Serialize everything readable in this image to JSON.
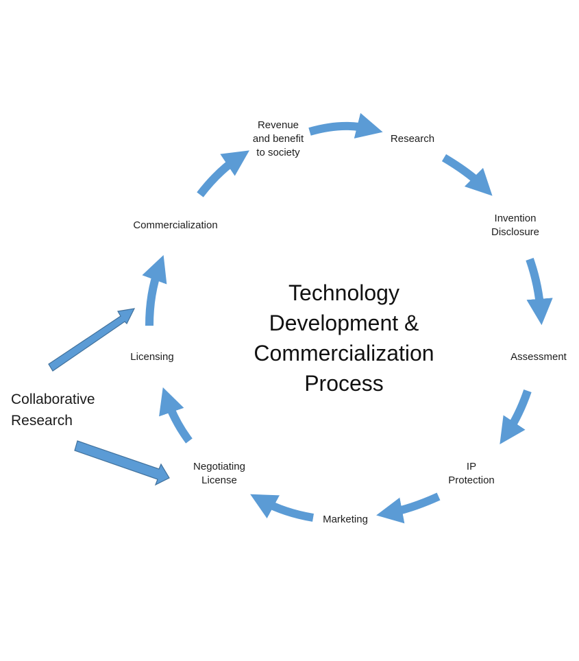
{
  "diagram": {
    "title_lines": [
      "Technology",
      "Development &",
      "Commercialization",
      "Process"
    ],
    "accent_color": "#5b9bd5",
    "arrow_outline_color": "#41719c",
    "cycle_nodes": [
      {
        "id": "research",
        "lines": [
          "Research"
        ]
      },
      {
        "id": "invention-disclosure",
        "lines": [
          "Invention",
          "Disclosure"
        ]
      },
      {
        "id": "assessment",
        "lines": [
          "Assessment"
        ]
      },
      {
        "id": "ip-protection",
        "lines": [
          "IP",
          "Protection"
        ]
      },
      {
        "id": "marketing",
        "lines": [
          "Marketing"
        ]
      },
      {
        "id": "negotiating-license",
        "lines": [
          "Negotiating",
          "License"
        ]
      },
      {
        "id": "licensing",
        "lines": [
          "Licensing"
        ]
      },
      {
        "id": "commercialization",
        "lines": [
          "Commercialization"
        ]
      },
      {
        "id": "revenue",
        "lines": [
          "Revenue",
          "and benefit",
          "to society"
        ]
      }
    ],
    "external_input": {
      "id": "collaborative-research",
      "lines": [
        "Collaborative",
        "Research"
      ],
      "targets": [
        "licensing",
        "negotiating-license"
      ]
    },
    "flow": [
      [
        "revenue",
        "research"
      ],
      [
        "research",
        "invention-disclosure"
      ],
      [
        "invention-disclosure",
        "assessment"
      ],
      [
        "assessment",
        "ip-protection"
      ],
      [
        "ip-protection",
        "marketing"
      ],
      [
        "marketing",
        "negotiating-license"
      ],
      [
        "negotiating-license",
        "licensing"
      ],
      [
        "licensing",
        "commercialization"
      ],
      [
        "commercialization",
        "revenue"
      ]
    ]
  }
}
